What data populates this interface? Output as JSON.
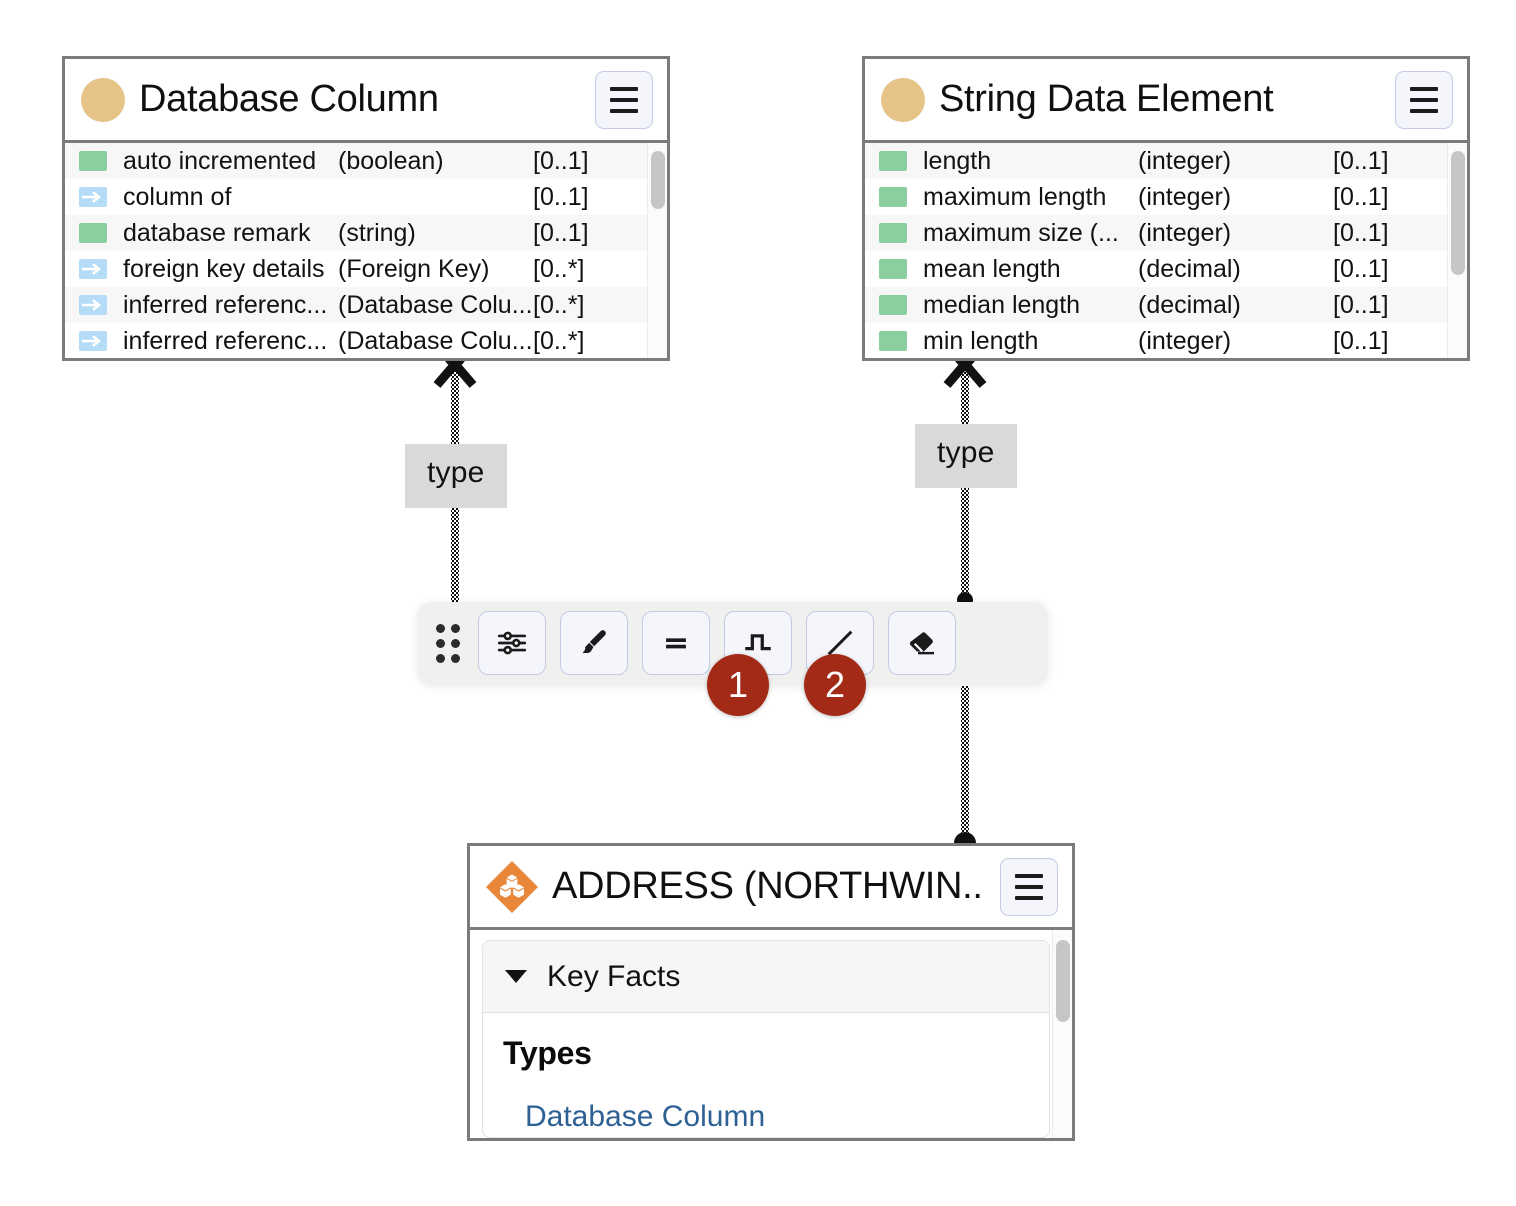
{
  "nodes": {
    "database_column": {
      "title": "Database Column",
      "icon": "tan-circle-icon",
      "menu_label": "≡",
      "rows": [
        {
          "kind": "attribute",
          "name": "auto incremented",
          "type": "(boolean)",
          "cardinality": "[0..1]"
        },
        {
          "kind": "relationship",
          "name": "column of",
          "type": "",
          "cardinality": "[0..1]"
        },
        {
          "kind": "attribute",
          "name": "database remark",
          "type": "(string)",
          "cardinality": "[0..1]"
        },
        {
          "kind": "relationship",
          "name": "foreign key details",
          "type": "(Foreign Key)",
          "cardinality": "[0..*]"
        },
        {
          "kind": "relationship",
          "name": "inferred referenc...",
          "type": "(Database Colu...",
          "cardinality": "[0..*]"
        },
        {
          "kind": "relationship",
          "name": "inferred referenc...",
          "type": "(Database Colu...",
          "cardinality": "[0..*]"
        }
      ]
    },
    "string_data_element": {
      "title": "String Data Element",
      "icon": "tan-circle-icon",
      "menu_label": "≡",
      "rows": [
        {
          "kind": "attribute",
          "name": "length",
          "type": "(integer)",
          "cardinality": "[0..1]"
        },
        {
          "kind": "attribute",
          "name": "maximum length",
          "type": "(integer)",
          "cardinality": "[0..1]"
        },
        {
          "kind": "attribute",
          "name": "maximum size (...",
          "type": "(integer)",
          "cardinality": "[0..1]"
        },
        {
          "kind": "attribute",
          "name": "mean length",
          "type": "(decimal)",
          "cardinality": "[0..1]"
        },
        {
          "kind": "attribute",
          "name": "median length",
          "type": "(decimal)",
          "cardinality": "[0..1]"
        },
        {
          "kind": "attribute",
          "name": "min length",
          "type": "(integer)",
          "cardinality": "[0..1]"
        }
      ]
    },
    "address": {
      "title": "ADDRESS (NORTHWIN...",
      "icon": "orange-diamond-cubes-icon",
      "menu_label": "≡",
      "key_facts_label": "Key Facts",
      "types_heading": "Types",
      "type_link": "Database Column"
    }
  },
  "edges": [
    {
      "label": "type",
      "from": "address",
      "to": "database-column"
    },
    {
      "label": "type",
      "from": "address",
      "to": "string-data-element"
    }
  ],
  "toolbar": {
    "drag_handle": "drag-handle",
    "buttons": [
      {
        "name": "settings-sliders-icon",
        "title": "Settings"
      },
      {
        "name": "brush-icon",
        "title": "Brush"
      },
      {
        "name": "equals-icon",
        "title": "Straight / parallel"
      },
      {
        "name": "step-line-icon",
        "title": "Orthogonal line"
      },
      {
        "name": "diagonal-line-icon",
        "title": "Straight line"
      },
      {
        "name": "eraser-icon",
        "title": "Eraser"
      }
    ]
  },
  "annotations": [
    {
      "number": "1",
      "target": "step-line-icon"
    },
    {
      "number": "2",
      "target": "diagonal-line-icon"
    }
  ],
  "colors": {
    "attribute_swatch": "#8ccf9e",
    "relationship_swatch": "#b4dcf7",
    "node_border": "#7d7a78",
    "badge": "#a32a16",
    "header_circle": "#e6c488",
    "address_icon": "#e8873a",
    "link": "#2e6094",
    "toolbar_bg": "#f0f0ef",
    "button_bg": "#f4f6fc",
    "button_border": "#c3cbe4"
  }
}
